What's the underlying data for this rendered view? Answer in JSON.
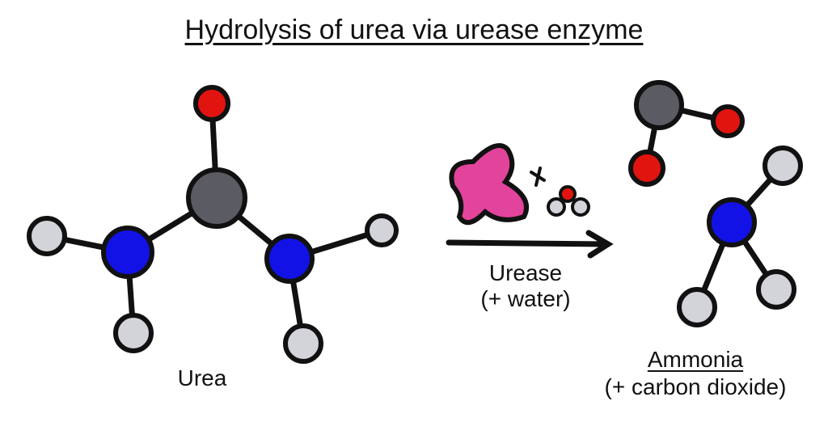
{
  "title": "Hydrolysis of urea via urease enzyme",
  "reactant": {
    "label": "Urea"
  },
  "reaction": {
    "catalyst": "Urease",
    "cosubstrate": "(+ water)",
    "symbol": "×"
  },
  "product": {
    "label": "Ammonia",
    "byproduct": "(+ carbon dioxide)"
  },
  "colors": {
    "carbon": "#5b5b63",
    "oxygen": "#e2140f",
    "nitrogen": "#1212e6",
    "hydrogen": "#d3d3da",
    "enzyme": "#e2449b"
  }
}
